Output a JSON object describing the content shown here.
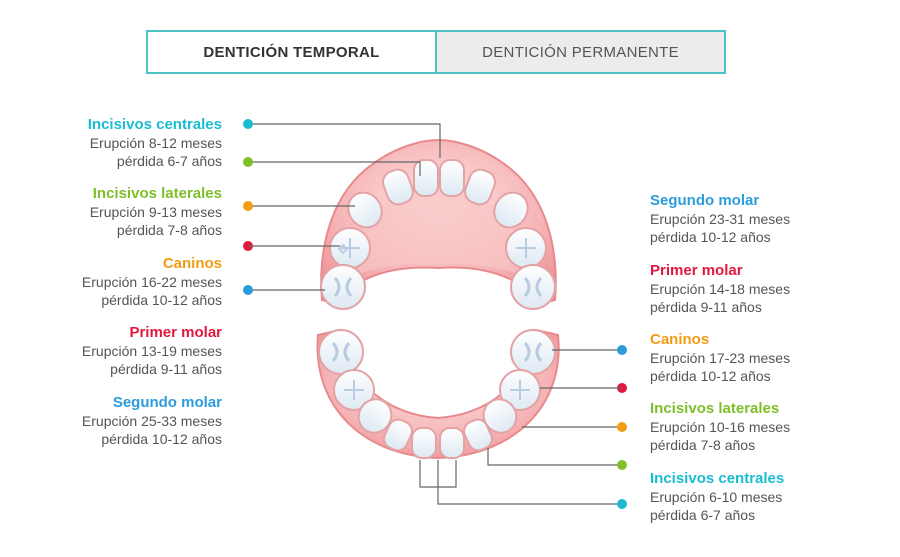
{
  "tabs": {
    "temporal": "DENTICIÓN TEMPORAL",
    "permanente": "DENTICIÓN PERMANENTE"
  },
  "left_labels": [
    {
      "title": "Incisivos centrales",
      "line1": "Erupción 8-12 meses",
      "line2": "pérdida 6-7 años",
      "color": "#1bbcd0"
    },
    {
      "title": "Incisivos laterales",
      "line1": "Erupción 9-13 meses",
      "line2": "pérdida 7-8 años",
      "color": "#7fbf2a"
    },
    {
      "title": "Caninos",
      "line1": "Erupción 16-22 meses",
      "line2": "pérdida 10-12 años",
      "color": "#f39c12"
    },
    {
      "title": "Primer molar",
      "line1": "Erupción 13-19 meses",
      "line2": "pérdida 9-11 años",
      "color": "#e3173e"
    },
    {
      "title": "Segundo molar",
      "line1": "Erupción 25-33 meses",
      "line2": "pérdida 10-12 años",
      "color": "#2c9ddb"
    }
  ],
  "right_labels": [
    {
      "title": "Segundo molar",
      "line1": "Erupción 23-31 meses",
      "line2": "pérdida 10-12 años",
      "color": "#2c9ddb"
    },
    {
      "title": "Primer molar",
      "line1": "Erupción 14-18 meses",
      "line2": "pérdida 9-11 años",
      "color": "#e3173e"
    },
    {
      "title": "Caninos",
      "line1": "Erupción 17-23 meses",
      "line2": "pérdida 10-12 años",
      "color": "#f39c12"
    },
    {
      "title": "Incisivos laterales",
      "line1": "Erupción 10-16 meses",
      "line2": "pérdida 7-8 años",
      "color": "#7fbf2a"
    },
    {
      "title": "Incisivos centrales",
      "line1": "Erupción 6-10 meses",
      "line2": "pérdida 6-7 años",
      "color": "#1bbcd0"
    }
  ],
  "colors": {
    "accent": "#4fc3c7",
    "gum": "#f4a6a8",
    "gum_dark": "#e88a8d",
    "tooth": "#ffffff",
    "line": "#666666"
  }
}
